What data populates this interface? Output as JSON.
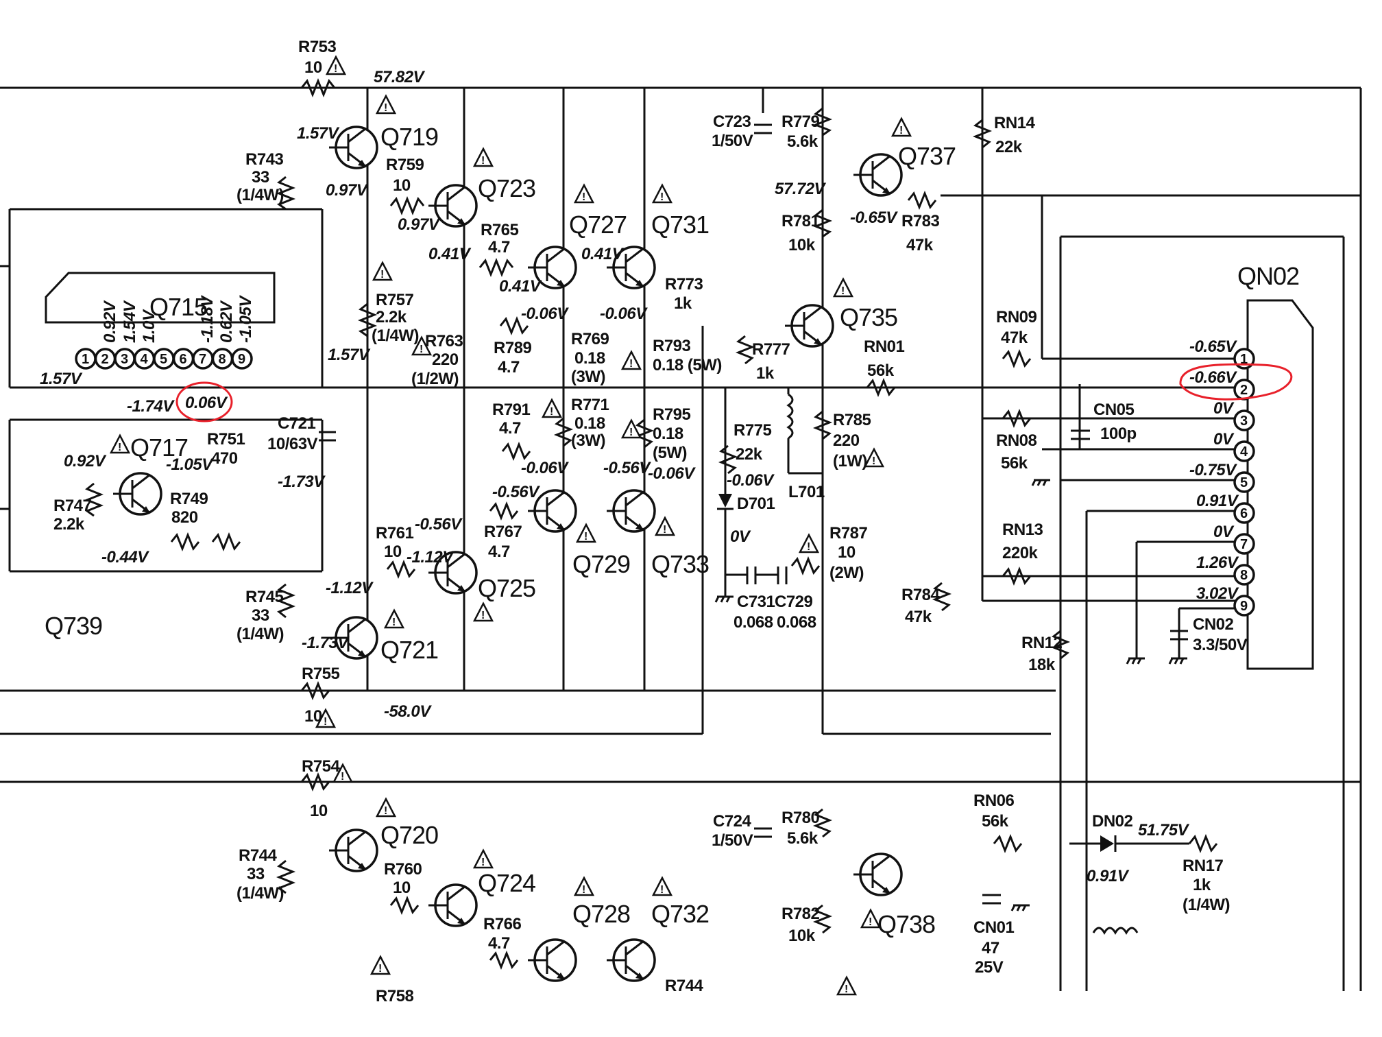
{
  "components": {
    "r753": {
      "name": "R753",
      "value": "10"
    },
    "r743": {
      "name": "R743",
      "value": "33",
      "rating": "(1/4W)"
    },
    "r759": {
      "name": "R759",
      "value": "10"
    },
    "r765": {
      "name": "R765",
      "value": "4.7"
    },
    "r757": {
      "name": "R757",
      "value": "2.2k",
      "rating": "(1/4W)"
    },
    "r763": {
      "name": "R763",
      "value": "220",
      "rating": "(1/2W)"
    },
    "r789": {
      "name": "R789",
      "value": "4.7"
    },
    "r769": {
      "name": "R769",
      "value": "0.18",
      "rating": "(3W)"
    },
    "r773": {
      "name": "R773",
      "value": "1k"
    },
    "r793": {
      "name": "R793",
      "value": "0.18 (5W)"
    },
    "r777": {
      "name": "R777",
      "value": "1k"
    },
    "r779": {
      "name": "R779",
      "value": "5.6k"
    },
    "r781": {
      "name": "R781",
      "value": "10k"
    },
    "r783": {
      "name": "R783",
      "value": "47k"
    },
    "rn14": {
      "name": "RN14",
      "value": "22k"
    },
    "rn09": {
      "name": "RN09",
      "value": "47k"
    },
    "rn01": {
      "name": "RN01",
      "value": "56k"
    },
    "rn08": {
      "name": "RN08",
      "value": "56k"
    },
    "rn13": {
      "name": "RN13",
      "value": "220k"
    },
    "rn12": {
      "name": "RN12",
      "value": "18k"
    },
    "r784": {
      "name": "R784",
      "value": "47k"
    },
    "r785": {
      "name": "R785",
      "value": "220",
      "rating": "(1W)"
    },
    "r787": {
      "name": "R787",
      "value": "10",
      "rating": "(2W)"
    },
    "r791": {
      "name": "R791",
      "value": "4.7"
    },
    "r771": {
      "name": "R771",
      "value": "0.18",
      "rating": "(3W)"
    },
    "r795": {
      "name": "R795",
      "value": "0.18",
      "rating": "(5W)"
    },
    "r775": {
      "name": "R775",
      "value": "22k"
    },
    "r761": {
      "name": "R761",
      "value": "10"
    },
    "r767": {
      "name": "R767",
      "value": "4.7"
    },
    "r745": {
      "name": "R745",
      "value": "33",
      "rating": "(1/4W)"
    },
    "r755": {
      "name": "R755",
      "value": "10"
    },
    "r747": {
      "name": "R747",
      "value": "2.2k"
    },
    "r749": {
      "name": "R749",
      "value": "820"
    },
    "r751": {
      "name": "R751",
      "value": "470"
    },
    "c721": {
      "name": "C721",
      "value": "10/63V"
    },
    "c723": {
      "name": "C723",
      "value": "1/50V"
    },
    "c731": {
      "name": "C731",
      "value": "0.068"
    },
    "c729": {
      "name": "C729",
      "value": "0.068"
    },
    "cn05": {
      "name": "CN05",
      "value": "100p"
    },
    "cn02": {
      "name": "CN02",
      "value": "3.3/50V"
    },
    "d701": {
      "name": "D701"
    },
    "l701": {
      "name": "L701"
    },
    "q715": {
      "name": "Q715"
    },
    "q717": {
      "name": "Q717"
    },
    "q719": {
      "name": "Q719"
    },
    "q721": {
      "name": "Q721"
    },
    "q723": {
      "name": "Q723"
    },
    "q725": {
      "name": "Q725"
    },
    "q727": {
      "name": "Q727"
    },
    "q729": {
      "name": "Q729"
    },
    "q731": {
      "name": "Q731"
    },
    "q733": {
      "name": "Q733"
    },
    "q735": {
      "name": "Q735"
    },
    "q737": {
      "name": "Q737"
    },
    "q739": {
      "name": "Q739"
    },
    "qn02": {
      "name": "QN02"
    },
    "r754": {
      "name": "R754",
      "value": "10"
    },
    "r744": {
      "name": "R744",
      "value": "33",
      "rating": "(1/4W)"
    },
    "r760": {
      "name": "R760",
      "value": "10"
    },
    "r766": {
      "name": "R766",
      "value": "4.7"
    },
    "r758": {
      "name": "R758"
    },
    "r744b": {
      "name": "R744"
    },
    "r780": {
      "name": "R780",
      "value": "5.6k"
    },
    "r782": {
      "name": "R782",
      "value": "10k"
    },
    "rn06": {
      "name": "RN06",
      "value": "56k"
    },
    "rn17": {
      "name": "RN17",
      "value": "1k",
      "rating": "(1/4W)"
    },
    "c724": {
      "name": "C724",
      "value": "1/50V"
    },
    "cn01": {
      "name": "CN01",
      "value": "47",
      "rating": "25V"
    },
    "dn02": {
      "name": "DN02"
    },
    "q720": {
      "name": "Q720"
    },
    "q724": {
      "name": "Q724"
    },
    "q728": {
      "name": "Q728"
    },
    "q732": {
      "name": "Q732"
    },
    "q738": {
      "name": "Q738"
    }
  },
  "voltages": {
    "rail_pos": "57.82V",
    "rail_neg": "-58.0V",
    "q719_b": "1.57V",
    "q719_e": "0.97V",
    "q723_b": "0.97V",
    "q727_b": "0.41V",
    "q727_e": "0.41V",
    "q731_b": "0.41V",
    "n_006a": "-0.06V",
    "n_006b": "-0.06V",
    "n_006c": "-0.06V",
    "n_006d": "-0.06V",
    "n_006e": "-0.06V",
    "q729_b": "-0.56V",
    "q733_b": "-0.56V",
    "q725_b": "-1.12V",
    "q725_bias": "-0.56V",
    "q721_b": "-1.12V",
    "q721_e": "-1.73V",
    "c721_v": "-1.73V",
    "n_157": "1.57V",
    "n_157b": "1.57V",
    "q717_b": "-1.05V",
    "n_092": "0.92V",
    "n_044": "-0.44V",
    "n_174": "-1.74V",
    "n_marked": "0.06V",
    "q737_b": "-0.65V",
    "r779_v": "57.72V",
    "d701_v": "0V",
    "pin1": "-0.65V",
    "pin2": "-0.66V",
    "pin3": "0V",
    "pin4": "0V",
    "pin5": "-0.75V",
    "pin6": "0.91V",
    "pin7": "0V",
    "pin8": "1.26V",
    "pin9": "3.02V",
    "dn02_v": "0.91V",
    "dn02_out": "51.75V",
    "q715_p2": "0.92V",
    "q715_p3": "1.54V",
    "q715_p4": "1.0V",
    "q715_p7": "-1.18V",
    "q715_p8": "0.62V",
    "q715_p9": "-1.05V"
  },
  "q715_pins": [
    "1",
    "2",
    "3",
    "4",
    "5",
    "6",
    "7",
    "8",
    "9"
  ],
  "qn02_pins": [
    "1",
    "2",
    "3",
    "4",
    "5",
    "6",
    "7",
    "8",
    "9"
  ],
  "warning_glyph": "!",
  "highlight_color": "#e8202a"
}
